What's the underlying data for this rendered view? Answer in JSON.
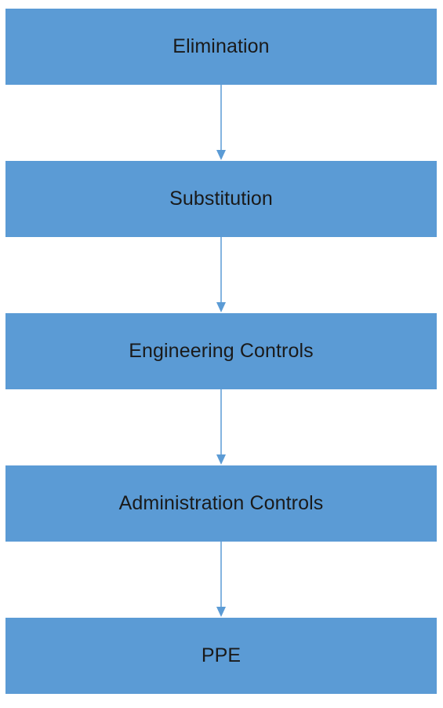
{
  "diagram": {
    "colors": {
      "box_fill": "#5b9bd5",
      "connector": "#5b9bd5",
      "text": "#1a1a1a",
      "background": "#ffffff"
    },
    "steps": [
      {
        "label": "Elimination"
      },
      {
        "label": "Substitution"
      },
      {
        "label": "Engineering Controls"
      },
      {
        "label": "Administration Controls"
      },
      {
        "label": "PPE"
      }
    ]
  }
}
